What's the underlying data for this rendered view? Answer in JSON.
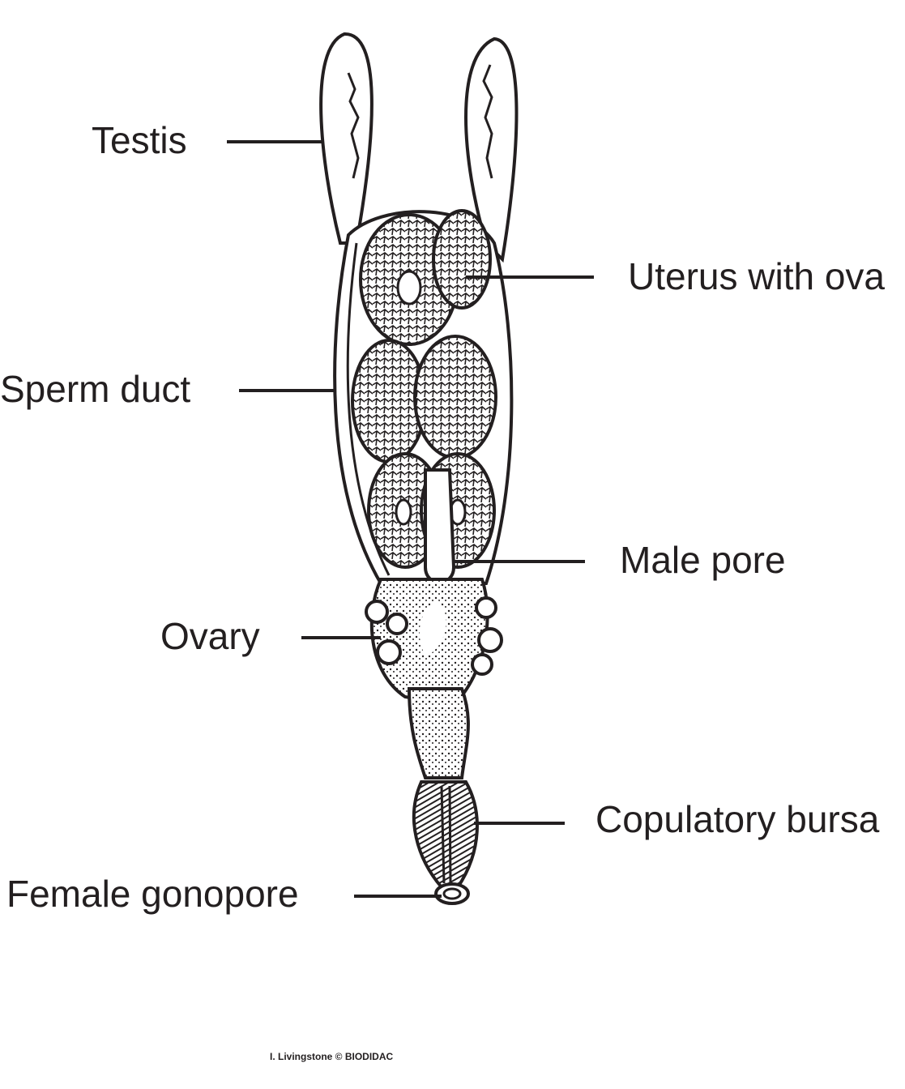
{
  "labels": {
    "testis": "Testis",
    "uterus": "Uterus with ova",
    "sperm_duct": "Sperm duct",
    "male_pore": "Male pore",
    "ovary": "Ovary",
    "copulatory_bursa": "Copulatory bursa",
    "female_gonopore": "Female gonopore"
  },
  "credit": "I. Livingstone © BIODIDAC"
}
